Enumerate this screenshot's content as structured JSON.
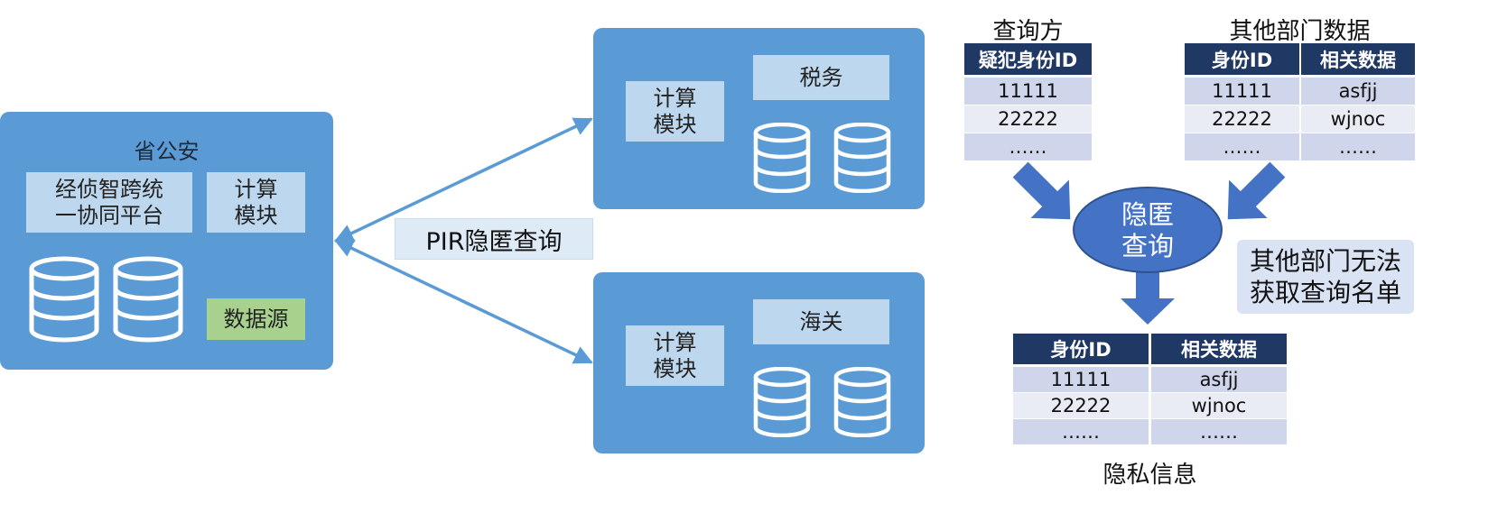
{
  "province": {
    "title": "省公安",
    "platform": "经侦智跨统\n一协同平台",
    "compute": "计算\n模块",
    "datasource": "数据源"
  },
  "tax": {
    "title": "税务",
    "compute": "计算\n模块"
  },
  "customs": {
    "title": "海关",
    "compute": "计算\n模块"
  },
  "pir_label": "PIR隐匿查询",
  "query_table": {
    "title": "查询方",
    "header": "疑犯身份ID",
    "rows": [
      "11111",
      "22222",
      "……"
    ]
  },
  "other_table": {
    "title": "其他部门数据",
    "headers": [
      "身份ID",
      "相关数据"
    ],
    "rows": [
      [
        "11111",
        "asfjj"
      ],
      [
        "22222",
        "wjnoc"
      ],
      [
        "……",
        "……"
      ]
    ]
  },
  "center": {
    "label": "隐匿\n查询"
  },
  "note": "其他部门无法\n获取查询名单",
  "result_table": {
    "title": "隐私信息",
    "headers": [
      "身份ID",
      "相关数据"
    ],
    "rows": [
      [
        "11111",
        "asfjj"
      ],
      [
        "22222",
        "wjnoc"
      ],
      [
        "……",
        "……"
      ]
    ]
  },
  "colors": {
    "panel": "#5b9bd5",
    "light_box": "#bdd7ee",
    "datasource": "#a9d18e",
    "table_header": "#203864",
    "center_ellipse": "#4472c4",
    "arrow_fill": "#4472c4"
  }
}
